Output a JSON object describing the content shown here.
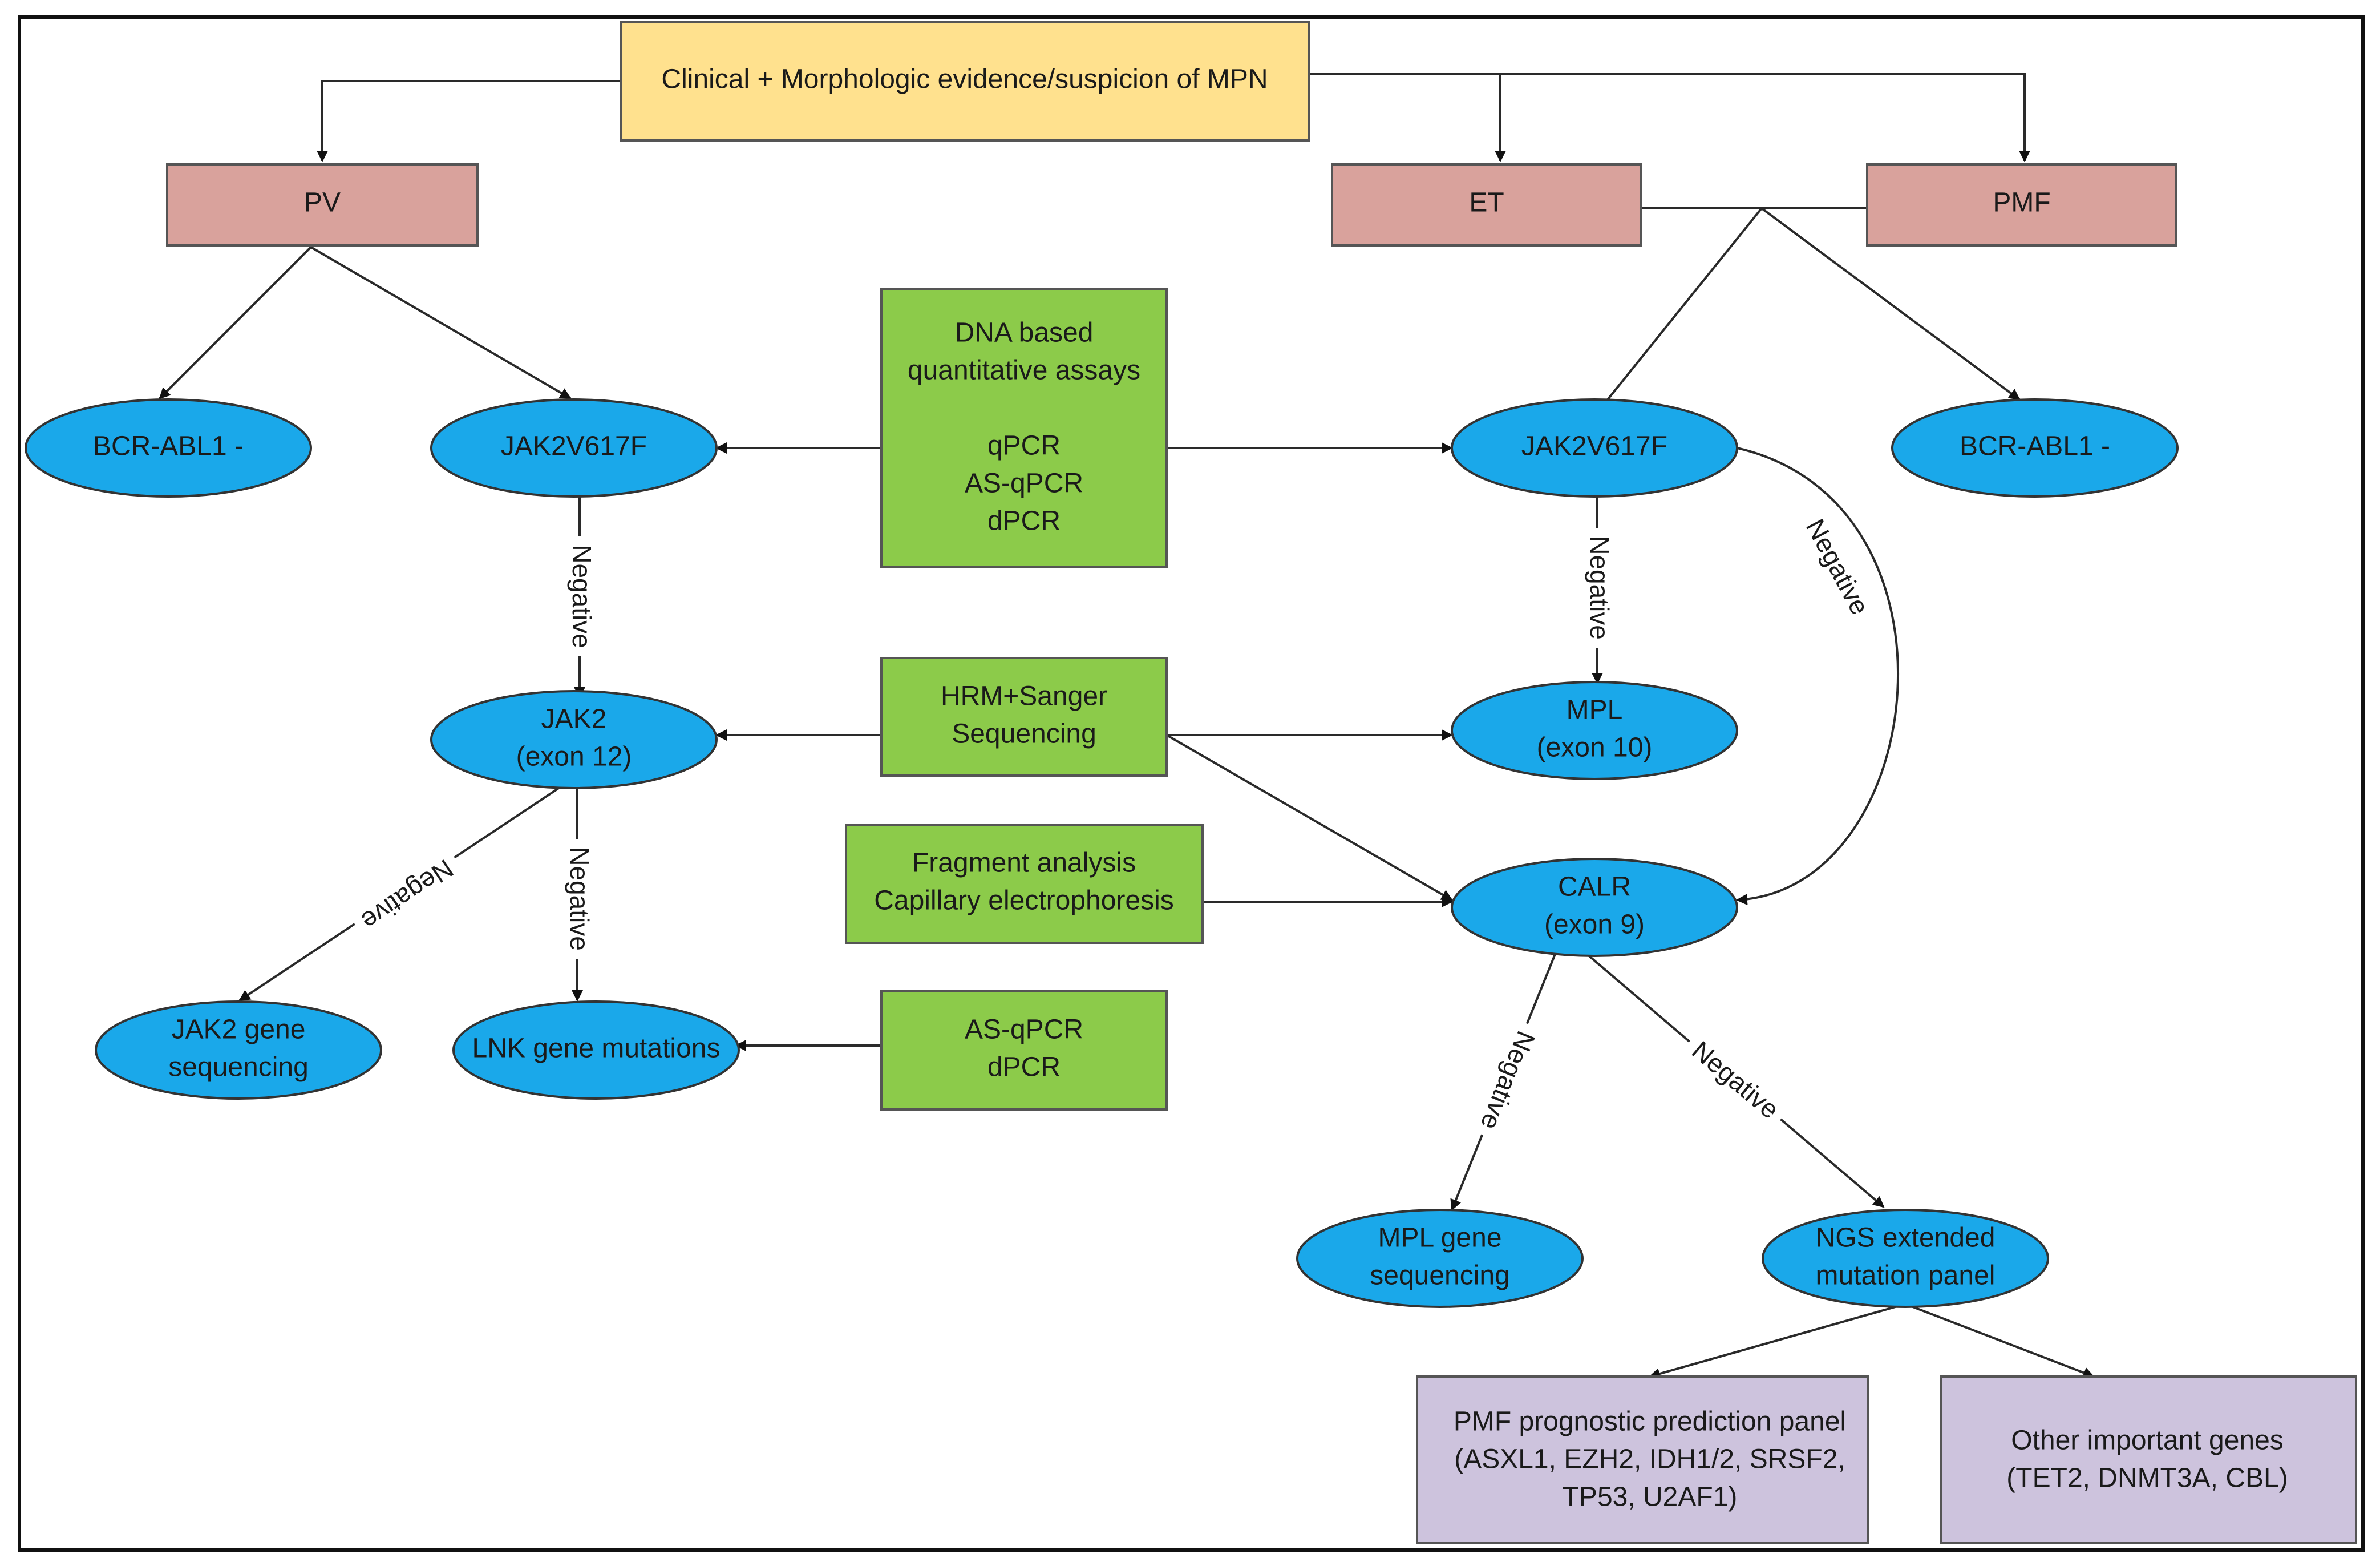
{
  "colors": {
    "start": "#FFE18E",
    "disease": "#D9A29C",
    "method": "#8CCB4A",
    "test": "#1AA8EA",
    "panel": "#CDC3DD",
    "line": "#2A2A2A"
  },
  "nodes": {
    "start": {
      "lines": [
        "Clinical + Morphologic evidence/suspicion of MPN"
      ]
    },
    "pv": {
      "lines": [
        "PV"
      ]
    },
    "et": {
      "lines": [
        "ET"
      ]
    },
    "pmf": {
      "lines": [
        "PMF"
      ]
    },
    "bcr_l": {
      "lines": [
        "BCR-ABL1 -"
      ]
    },
    "jak2_l": {
      "lines": [
        "JAK2V617F"
      ]
    },
    "jak2_r": {
      "lines": [
        "JAK2V617F"
      ]
    },
    "bcr_r": {
      "lines": [
        "BCR-ABL1 -"
      ]
    },
    "dna": {
      "lines": [
        "DNA based",
        "quantitative assays",
        "",
        "qPCR",
        "AS-qPCR",
        "dPCR"
      ]
    },
    "hrm": {
      "lines": [
        "HRM+Sanger",
        "Sequencing"
      ]
    },
    "frag": {
      "lines": [
        "Fragment analysis",
        "Capillary electrophoresis"
      ]
    },
    "asq": {
      "lines": [
        "AS-qPCR",
        "dPCR"
      ]
    },
    "jak2ex": {
      "lines": [
        "JAK2",
        "(exon 12)"
      ]
    },
    "mpl": {
      "lines": [
        "MPL",
        "(exon 10)"
      ]
    },
    "calr": {
      "lines": [
        "CALR",
        "(exon 9)"
      ]
    },
    "jak2seq": {
      "lines": [
        "JAK2 gene",
        "sequencing"
      ]
    },
    "lnk": {
      "lines": [
        "LNK gene mutations"
      ]
    },
    "mplseq": {
      "lines": [
        "MPL gene",
        "sequencing"
      ]
    },
    "ngs": {
      "lines": [
        "NGS extended",
        "mutation panel"
      ]
    },
    "pmfpanel": {
      "lines": [
        "PMF prognostic prediction panel",
        "(ASXL1, EZH2, IDH1/2, SRSF2,",
        "TP53, U2AF1)"
      ]
    },
    "other": {
      "lines": [
        "Other important genes",
        "(TET2, DNMT3A, CBL)"
      ]
    }
  },
  "edge_labels": {
    "negative": "Negative"
  }
}
